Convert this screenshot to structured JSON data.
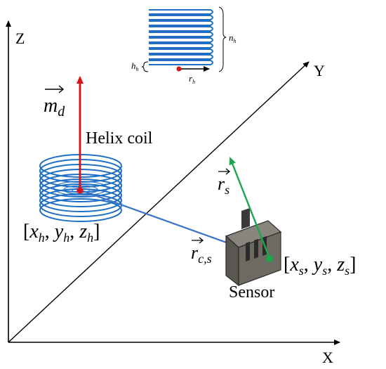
{
  "axes": {
    "z": "Z",
    "y": "Y",
    "x": "X"
  },
  "labels": {
    "dipole_vector": "m",
    "dipole_sub": "d",
    "helix_coil": "Helix coil",
    "helix_coords": {
      "x": "x",
      "xs": "h",
      "y": "y",
      "ys": "h",
      "z": "z",
      "zs": "h"
    },
    "sensor_vector": "r",
    "sensor_vector_sub": "s",
    "coil_sensor_vector": "r",
    "coil_sensor_vector_sub": "c,s",
    "sensor_coords": {
      "x": "x",
      "xs": "s",
      "y": "y",
      "ys": "s",
      "z": "z",
      "zs": "s"
    },
    "sensor": "Sensor"
  },
  "inset": {
    "height_label": "h",
    "height_sub": "h",
    "radius_label": "r",
    "radius_sub": "h",
    "turns_label": "n",
    "turns_sub": "h"
  },
  "colors": {
    "coil": "#1f6fc5",
    "dipole": "#e01010",
    "sensor_vector": "#1aa84a",
    "coil_sensor_vector": "#3a73c8",
    "axis": "#000000",
    "sensor_body": "#6e6a62"
  }
}
